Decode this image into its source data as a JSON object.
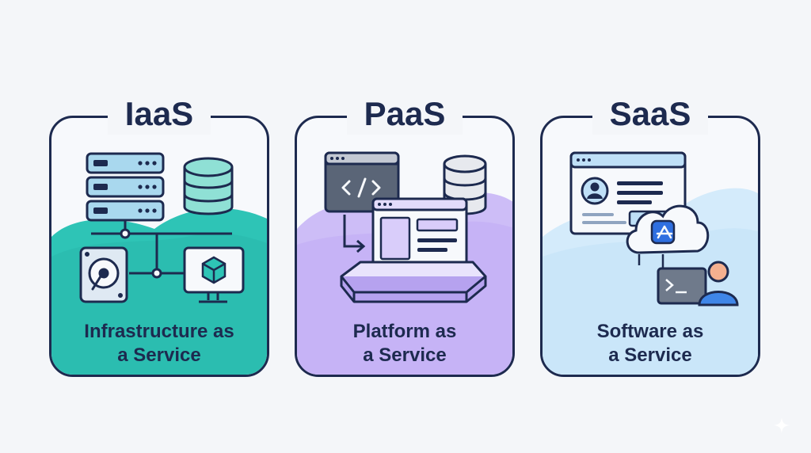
{
  "cards": [
    {
      "title": "IaaS",
      "caption_line1": "Infrastructure as",
      "caption_line2": "a Service"
    },
    {
      "title": "PaaS",
      "caption_line1": "Platform as",
      "caption_line2": "a Service"
    },
    {
      "title": "SaaS",
      "caption_line1": "Software as",
      "caption_line2": "a Service"
    }
  ],
  "colors": {
    "outline": "#1d2a4f",
    "iaas_accent": "#2ec4b6",
    "paas_accent": "#c9b8f7",
    "saas_accent": "#cde8fb",
    "background": "#f4f6f9"
  },
  "icons": {
    "iaas": [
      "server-rack-icon",
      "database-icon",
      "hard-disk-icon",
      "monitor-cube-icon"
    ],
    "paas": [
      "code-window-icon",
      "database-icon",
      "app-window-icon",
      "platform-base-icon"
    ],
    "saas": [
      "browser-profile-icon",
      "cloud-app-store-icon",
      "terminal-icon",
      "user-icon"
    ]
  }
}
